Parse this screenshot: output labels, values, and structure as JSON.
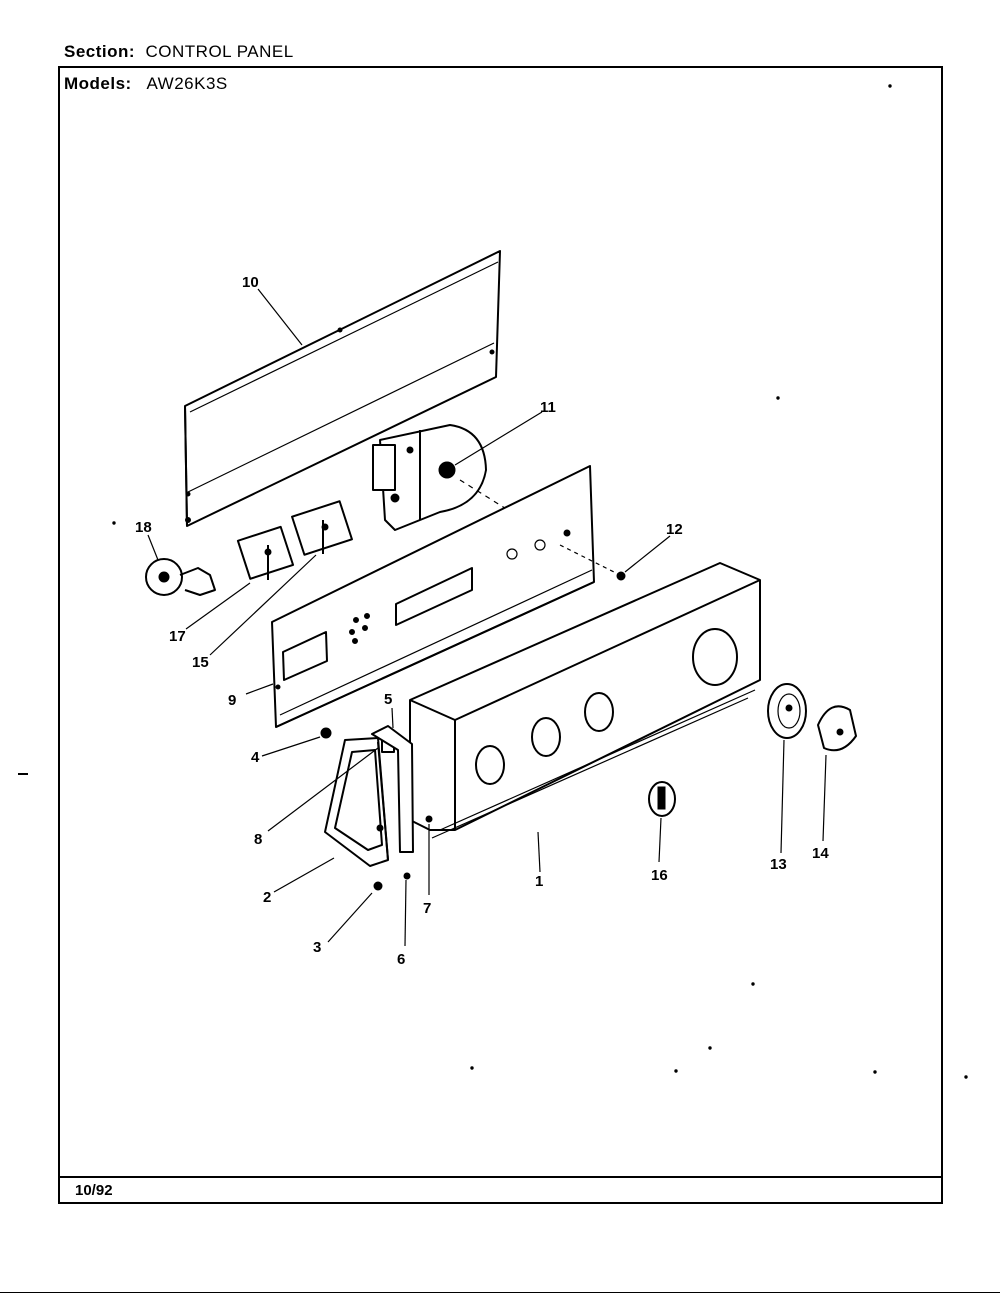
{
  "header": {
    "section_label": "Section:",
    "section_value": "CONTROL PANEL",
    "models_label": "Models:",
    "models_value": "AW26K3S"
  },
  "footer": {
    "date": "10/92"
  },
  "callouts": [
    "10",
    "11",
    "18",
    "12",
    "17",
    "15",
    "9",
    "5",
    "4",
    "8",
    "2",
    "3",
    "6",
    "7",
    "1",
    "16",
    "13",
    "14"
  ]
}
